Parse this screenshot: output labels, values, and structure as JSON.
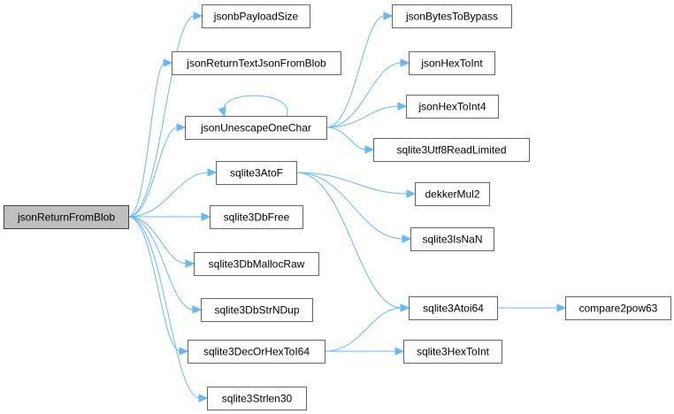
{
  "graph": {
    "nodes": [
      {
        "id": "jsonReturnFromBlob",
        "label": "jsonReturnFromBlob",
        "root": true
      },
      {
        "id": "jsonbPayloadSize",
        "label": "jsonbPayloadSize"
      },
      {
        "id": "jsonReturnTextJsonFromBlob",
        "label": "jsonReturnTextJsonFromBlob"
      },
      {
        "id": "jsonUnescapeOneChar",
        "label": "jsonUnescapeOneChar"
      },
      {
        "id": "sqlite3AtoF",
        "label": "sqlite3AtoF"
      },
      {
        "id": "sqlite3DbFree",
        "label": "sqlite3DbFree"
      },
      {
        "id": "sqlite3DbMallocRaw",
        "label": "sqlite3DbMallocRaw"
      },
      {
        "id": "sqlite3DbStrNDup",
        "label": "sqlite3DbStrNDup"
      },
      {
        "id": "sqlite3DecOrHexToI64",
        "label": "sqlite3DecOrHexToI64"
      },
      {
        "id": "sqlite3Strlen30",
        "label": "sqlite3Strlen30"
      },
      {
        "id": "jsonBytesToBypass",
        "label": "jsonBytesToBypass"
      },
      {
        "id": "jsonHexToInt",
        "label": "jsonHexToInt"
      },
      {
        "id": "jsonHexToInt4",
        "label": "jsonHexToInt4"
      },
      {
        "id": "sqlite3Utf8ReadLimited",
        "label": "sqlite3Utf8ReadLimited"
      },
      {
        "id": "dekkerMul2",
        "label": "dekkerMul2"
      },
      {
        "id": "sqlite3IsNaN",
        "label": "sqlite3IsNaN"
      },
      {
        "id": "sqlite3Atoi64",
        "label": "sqlite3Atoi64"
      },
      {
        "id": "sqlite3HexToInt",
        "label": "sqlite3HexToInt"
      },
      {
        "id": "compare2pow63",
        "label": "compare2pow63"
      }
    ],
    "edges": [
      {
        "from": "jsonReturnFromBlob",
        "to": "jsonbPayloadSize"
      },
      {
        "from": "jsonReturnFromBlob",
        "to": "jsonReturnTextJsonFromBlob"
      },
      {
        "from": "jsonReturnFromBlob",
        "to": "jsonUnescapeOneChar"
      },
      {
        "from": "jsonReturnFromBlob",
        "to": "sqlite3AtoF"
      },
      {
        "from": "jsonReturnFromBlob",
        "to": "sqlite3DbFree"
      },
      {
        "from": "jsonReturnFromBlob",
        "to": "sqlite3DbMallocRaw"
      },
      {
        "from": "jsonReturnFromBlob",
        "to": "sqlite3DbStrNDup"
      },
      {
        "from": "jsonReturnFromBlob",
        "to": "sqlite3DecOrHexToI64"
      },
      {
        "from": "jsonReturnFromBlob",
        "to": "sqlite3Strlen30"
      },
      {
        "from": "jsonUnescapeOneChar",
        "to": "jsonUnescapeOneChar"
      },
      {
        "from": "jsonUnescapeOneChar",
        "to": "jsonBytesToBypass"
      },
      {
        "from": "jsonUnescapeOneChar",
        "to": "jsonHexToInt"
      },
      {
        "from": "jsonUnescapeOneChar",
        "to": "jsonHexToInt4"
      },
      {
        "from": "jsonUnescapeOneChar",
        "to": "sqlite3Utf8ReadLimited"
      },
      {
        "from": "sqlite3AtoF",
        "to": "dekkerMul2"
      },
      {
        "from": "sqlite3AtoF",
        "to": "sqlite3IsNaN"
      },
      {
        "from": "sqlite3AtoF",
        "to": "sqlite3Atoi64"
      },
      {
        "from": "sqlite3DecOrHexToI64",
        "to": "sqlite3Atoi64"
      },
      {
        "from": "sqlite3DecOrHexToI64",
        "to": "sqlite3HexToInt"
      },
      {
        "from": "sqlite3Atoi64",
        "to": "compare2pow63"
      }
    ],
    "colors": {
      "edge": "#63b8ff",
      "node_border": "#666666",
      "root_fill": "#bfbfbf"
    }
  }
}
